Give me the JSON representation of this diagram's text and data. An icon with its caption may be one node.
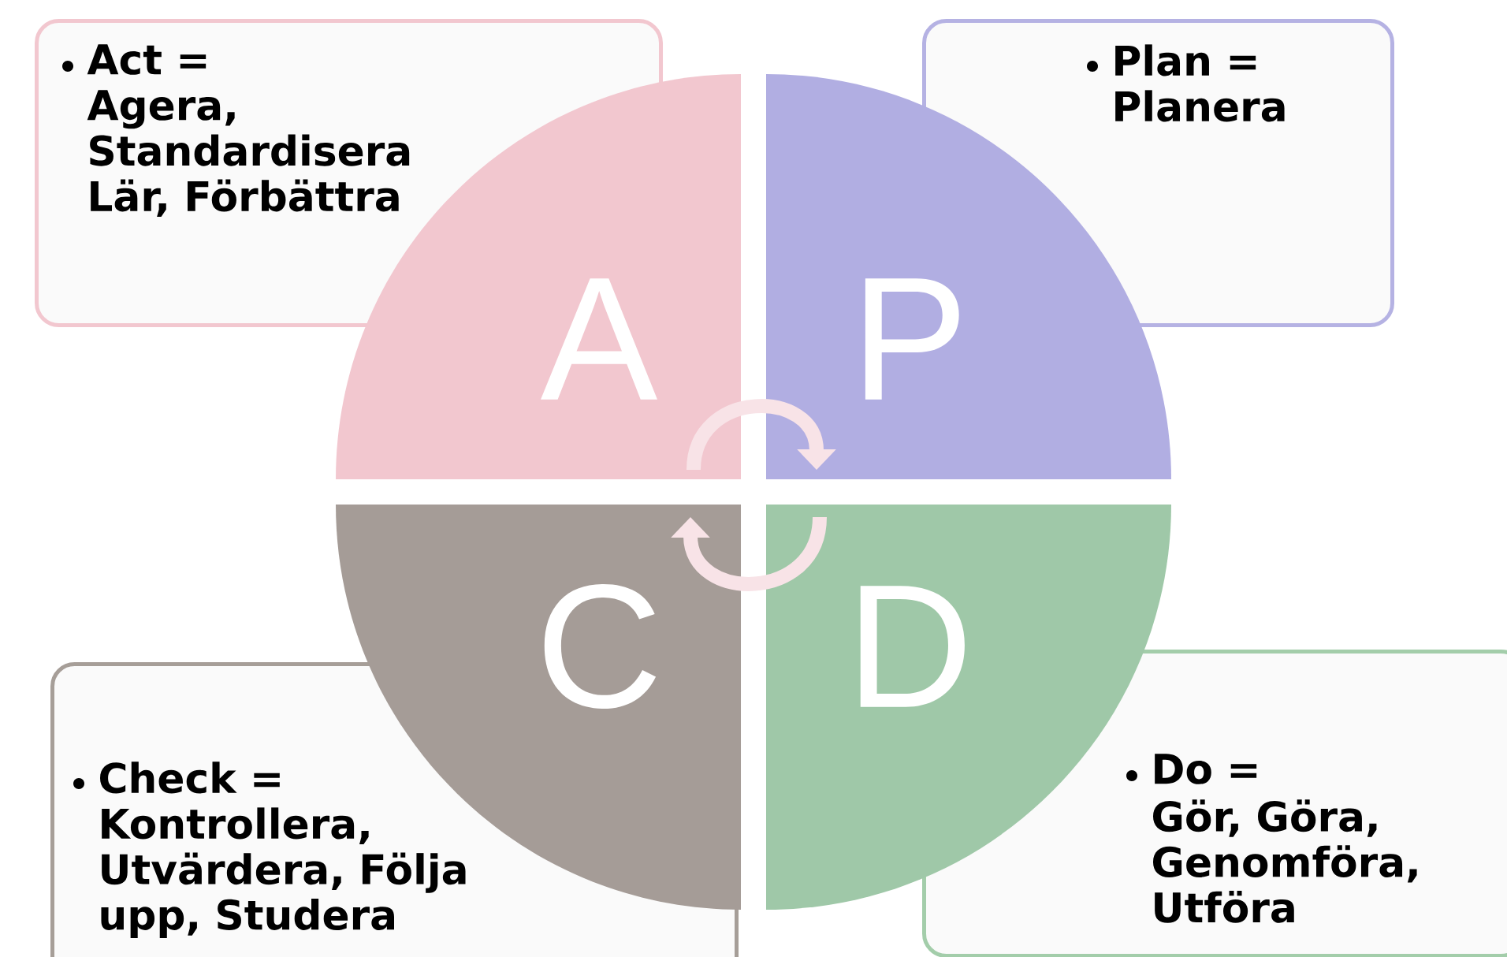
{
  "diagram": {
    "nodes": [
      {
        "text": [
          "Act =",
          "Agera, Standardisera Lär, Förbättra"
        ]
      },
      {
        "text": [
          "Plan =",
          "Planera"
        ]
      },
      {
        "text": [
          "A"
        ]
      },
      {
        "text": [
          "P"
        ]
      },
      {
        "text": [
          "C"
        ]
      },
      {
        "text": [
          "D"
        ]
      },
      {
        "text": [
          "Check =",
          "Kontrollera, Utvärdera, Följa upp, Studera"
        ]
      },
      {
        "text": [
          "Do =",
          "Gör, Göra, Genomföra, Utföra"
        ]
      }
    ],
    "edges": [
      {
        "from": 2,
        "to": 3,
        "arrow": "to"
      },
      {
        "from": 5,
        "to": 4,
        "arrow": "to"
      }
    ]
  }
}
